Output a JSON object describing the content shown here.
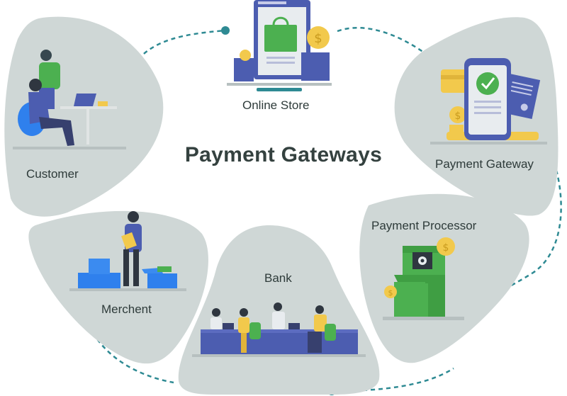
{
  "title": "Payment Gateways",
  "nodes": {
    "online_store": "Online Store",
    "payment_gateway": "Payment Gateway",
    "payment_processor": "Payment Processor",
    "bank": "Bank",
    "merchent": "Merchent",
    "customer": "Customer"
  },
  "colors": {
    "petal": "#cfd7d6",
    "connector": "#2e8a93",
    "accent_green": "#4cb050",
    "accent_blue": "#4c5db0",
    "coin": "#f2c94c"
  },
  "icons": [
    "shopping-bag-icon",
    "coin-icon",
    "phone-check-icon",
    "card-icon",
    "receipt-icon",
    "atm-icon",
    "gear-icon",
    "laptop-icon",
    "boxes-icon",
    "person-icon"
  ]
}
